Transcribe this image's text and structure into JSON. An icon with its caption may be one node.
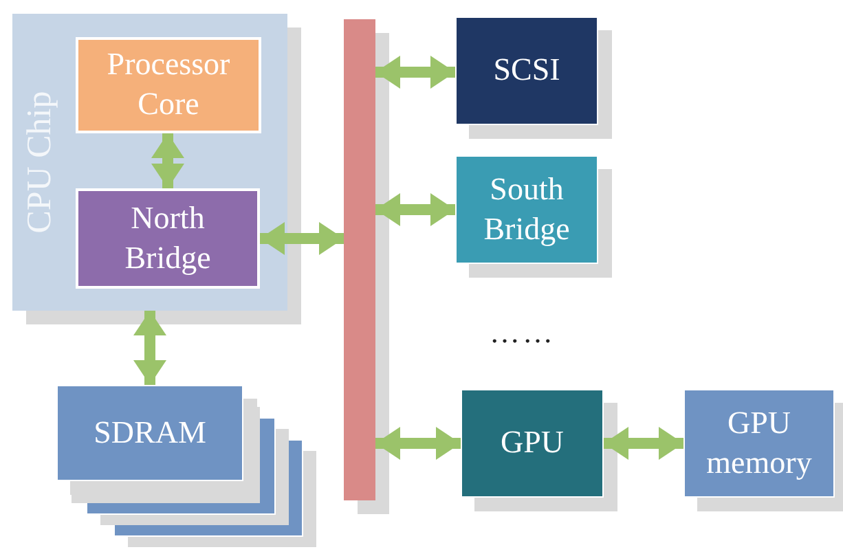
{
  "diagram": {
    "nodes": [
      {
        "text": [
          "CPU Chip"
        ]
      },
      {
        "text": [
          "Processor Core"
        ],
        "in": 0
      },
      {
        "text": [
          "North Bridge"
        ],
        "in": 0
      },
      {
        "text": [
          "SDRAM"
        ]
      },
      {
        "text": [],
        "shape": "bar"
      },
      {
        "text": [
          "SCSI"
        ]
      },
      {
        "text": [
          "South Bridge"
        ]
      },
      {
        "text": [
          "GPU"
        ]
      },
      {
        "text": [
          "GPU memory"
        ]
      }
    ],
    "edges": [
      {
        "from": 1,
        "to": 2,
        "arrow": "both"
      },
      {
        "from": 2,
        "to": 4,
        "arrow": "both"
      },
      {
        "from": 0,
        "to": 3,
        "arrow": "both"
      },
      {
        "from": 4,
        "to": 5,
        "arrow": "both"
      },
      {
        "from": 4,
        "to": 6,
        "arrow": "both"
      },
      {
        "from": 4,
        "to": 7,
        "arrow": "both"
      },
      {
        "from": 7,
        "to": 8,
        "arrow": "both"
      }
    ],
    "labels": [
      "……"
    ]
  }
}
